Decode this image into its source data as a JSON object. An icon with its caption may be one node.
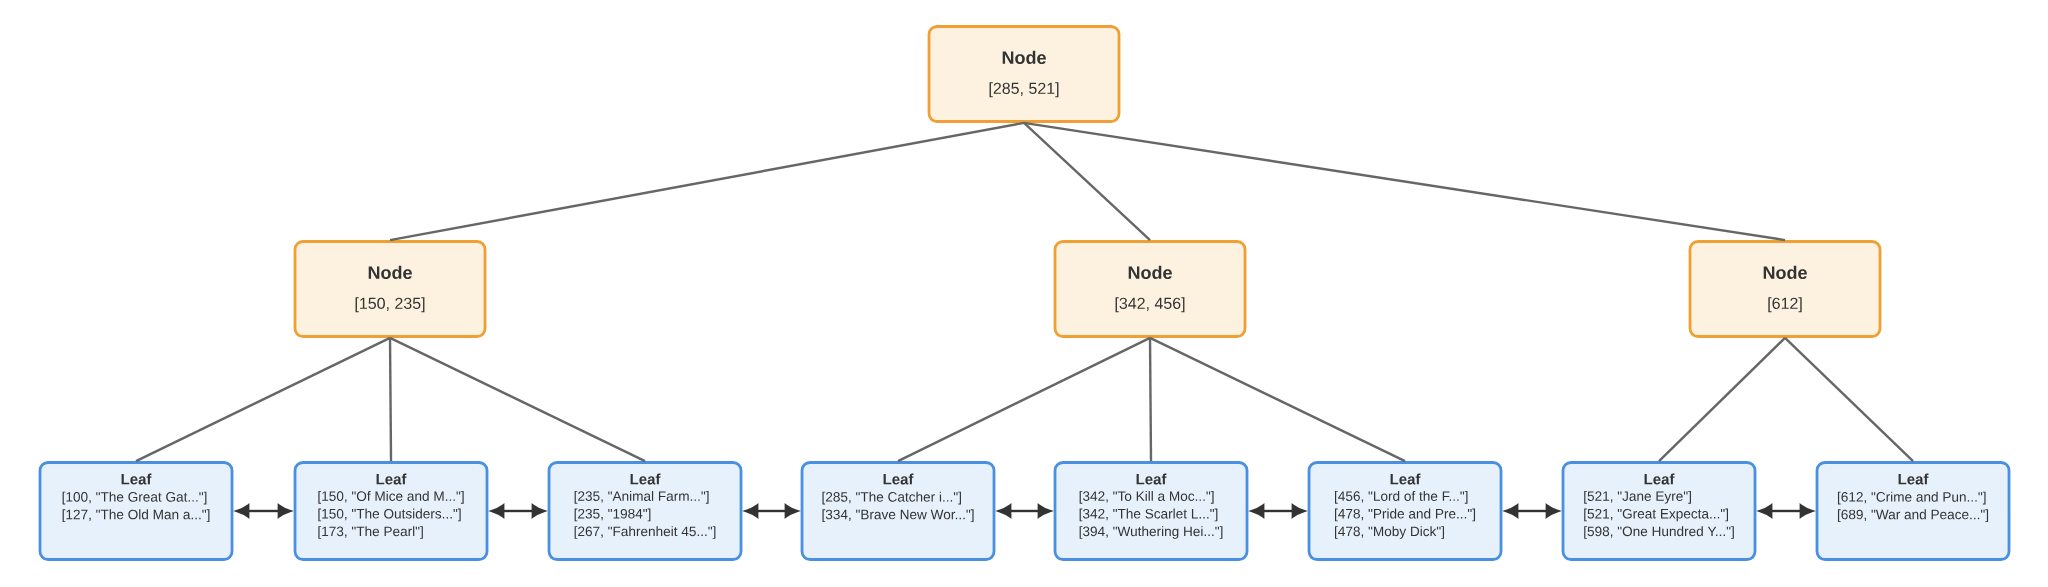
{
  "diagram": {
    "nodes": [
      {
        "text": [
          "Node",
          "[285, 521]"
        ]
      },
      {
        "text": [
          "Node",
          "[150, 235]"
        ]
      },
      {
        "text": [
          "Node",
          "[342, 456]"
        ]
      },
      {
        "text": [
          "Node",
          "[612]"
        ]
      },
      {
        "text": [
          "Leaf",
          "[100, \"The Great Gat...\"]",
          "[127, \"The Old Man a...\"]"
        ]
      },
      {
        "text": [
          "Leaf",
          "[150, \"Of Mice and M...\"]",
          "[150, \"The Outsiders...\"]",
          "[173, \"The Pearl\"]"
        ]
      },
      {
        "text": [
          "Leaf",
          "[235, \"Animal Farm...\"]",
          "[235, \"1984\"]",
          "[267, \"Fahrenheit 45...\"]"
        ]
      },
      {
        "text": [
          "Leaf",
          "[285, \"The Catcher i...\"]",
          "[334, \"Brave New Wor...\"]"
        ]
      },
      {
        "text": [
          "Leaf",
          "[342, \"To Kill a Moc...\"]",
          "[342, \"The Scarlet L...\"]",
          "[394, \"Wuthering Hei...\"]"
        ]
      },
      {
        "text": [
          "Leaf",
          "[456, \"Lord of the F...\"]",
          "[478, \"Pride and Pre...\"]",
          "[478, \"Moby Dick\"]"
        ]
      },
      {
        "text": [
          "Leaf",
          "[521, \"Jane Eyre\"]",
          "[521, \"Great Expecta...\"]",
          "[598, \"One Hundred Y...\"]"
        ]
      },
      {
        "text": [
          "Leaf",
          "[612, \"Crime and Pun...\"]",
          "[689, \"War and Peace...\"]"
        ]
      }
    ],
    "edges": [
      {
        "from": 0,
        "to": 1,
        "arrow": "none"
      },
      {
        "from": 0,
        "to": 2,
        "arrow": "none"
      },
      {
        "from": 0,
        "to": 3,
        "arrow": "none"
      },
      {
        "from": 1,
        "to": 4,
        "arrow": "none"
      },
      {
        "from": 1,
        "to": 5,
        "arrow": "none"
      },
      {
        "from": 1,
        "to": 6,
        "arrow": "none"
      },
      {
        "from": 2,
        "to": 7,
        "arrow": "none"
      },
      {
        "from": 2,
        "to": 8,
        "arrow": "none"
      },
      {
        "from": 2,
        "to": 9,
        "arrow": "none"
      },
      {
        "from": 3,
        "to": 10,
        "arrow": "none"
      },
      {
        "from": 3,
        "to": 11,
        "arrow": "none"
      },
      {
        "from": 4,
        "to": 5,
        "arrow": "both",
        "color": "#333333"
      },
      {
        "from": 5,
        "to": 6,
        "arrow": "both",
        "color": "#333333"
      },
      {
        "from": 6,
        "to": 7,
        "arrow": "both",
        "color": "#333333"
      },
      {
        "from": 7,
        "to": 8,
        "arrow": "both",
        "color": "#333333"
      },
      {
        "from": 8,
        "to": 9,
        "arrow": "both",
        "color": "#333333"
      },
      {
        "from": 9,
        "to": 10,
        "arrow": "both",
        "color": "#333333"
      },
      {
        "from": 10,
        "to": 11,
        "arrow": "both",
        "color": "#333333"
      }
    ]
  }
}
